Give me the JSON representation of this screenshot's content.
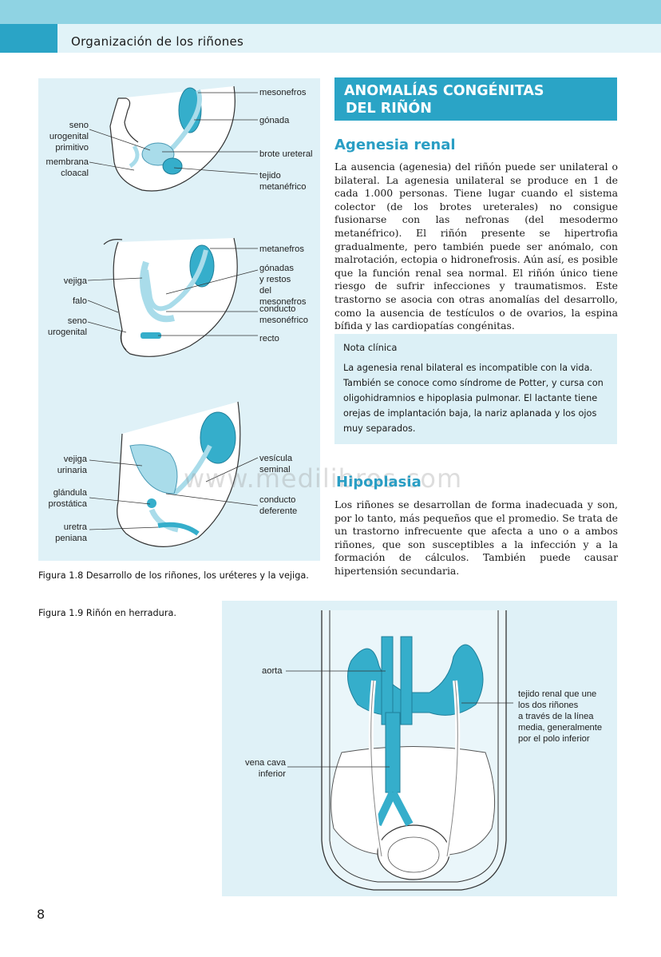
{
  "header": {
    "title": "Organización de los riñones"
  },
  "figure_1_8": {
    "panel1": {
      "labels_left": {
        "seno": "seno\nurogenital\nprimitivo",
        "membrana": "membrana\ncloacal"
      },
      "labels_right": {
        "mesonefros": "mesonefros",
        "gonada": "gónada",
        "brote": "brote ureteral",
        "tejido": "tejido\nmetanéfrico"
      }
    },
    "panel2": {
      "labels_left": {
        "vejiga": "vejiga",
        "falo": "falo",
        "seno": "seno\nurogenital"
      },
      "labels_right": {
        "metanefros": "metanefros",
        "gonadas": "gónadas\ny restos\ndel mesonefros",
        "conducto": "conducto\nmesonéfrico",
        "recto": "recto"
      }
    },
    "panel3": {
      "labels_left": {
        "vejiga": "vejiga\nurinaria",
        "glandula": "glándula\nprostática",
        "uretra": "uretra\npeniana"
      },
      "labels_right": {
        "vesicula": "vesícula\nseminal",
        "conducto": "conducto\ndeferente"
      }
    },
    "caption": "Figura 1.8 Desarrollo de los riñones, los uréteres y la vejiga."
  },
  "section": {
    "title_line1": "ANOMALÍAS CONGÉNITAS",
    "title_line2": "DEL RIÑÓN",
    "agenesia": {
      "heading": "Agenesia renal",
      "text": "La ausencia (agenesia) del riñón puede ser unilateral o bilateral. La agenesia unilateral se produce en 1 de cada 1.000 personas. Tiene lugar cuando el sistema colector (de los brotes ureterales) no consigue fusionarse con las nefronas (del mesodermo metanéfrico). El riñón presente se hipertrofia gradualmente, pero también puede ser anómalo, con malrotación, ectopia o hidronefrosis. Aún así, es posible que la función renal sea normal. El riñón único tiene riesgo de sufrir infecciones y traumatismos. Este trastorno se asocia con otras anomalías del desarrollo, como la ausencia de testículos o de ovarios, la espina bífida y las cardiopatías congénitas."
    },
    "nota": {
      "heading": "Nota clínica",
      "text": "La agenesia renal bilateral es incompatible con la vida. También se conoce como síndrome de Potter, y cursa con oligohidramnios e hipoplasia pulmonar. El lactante tiene orejas de implantación baja, la nariz aplanada y los ojos muy separados."
    },
    "hipoplasia": {
      "heading": "Hipoplasia",
      "text": "Los riñones se desarrollan de forma inadecuada y son, por lo tanto, más pequeños que el promedio. Se trata de un trastorno infrecuente que afecta a uno o a ambos riñones, que son susceptibles a la infección y a la formación de cálculos. También puede causar hipertensión secundaria."
    }
  },
  "watermark": "www.medilibros.com",
  "figure_1_9": {
    "caption": "Figura 1.9 Riñón en herradura.",
    "labels": {
      "aorta": "aorta",
      "vena": "vena cava\ninferior",
      "tejido": "tejido renal que une\nlos dos riñones\na través de la línea\nmedia, generalmente\npor el polo inferior"
    }
  },
  "page_number": "8",
  "colors": {
    "accent": "#2aa4c6",
    "panel": "#dff1f7",
    "organ": "#35aecb",
    "light": "#a9dcea"
  }
}
